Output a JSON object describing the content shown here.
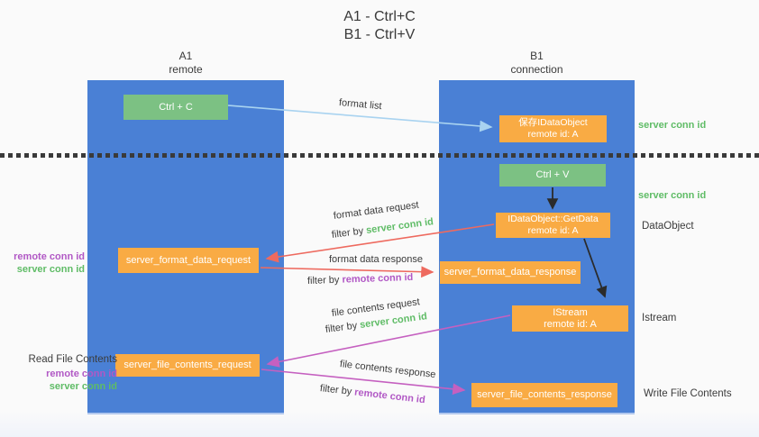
{
  "title": {
    "line1": "A1 - Ctrl+C",
    "line2": "B1 - Ctrl+V"
  },
  "lanes": {
    "left": {
      "name": "A1",
      "sub": "remote"
    },
    "right": {
      "name": "B1",
      "sub": "connection"
    }
  },
  "nodes": {
    "ctrl_c": "Ctrl + C",
    "save_idataobject": {
      "line1": "保存IDataObject",
      "line2": "remote id: A"
    },
    "ctrl_v": "Ctrl + V",
    "getdata": {
      "line1": "IDataObject::GetData",
      "line2": "remote id: A"
    },
    "format_request": "server_format_data_request",
    "format_response": "server_format_data_response",
    "istream": {
      "line1": "IStream",
      "line2": "remote id: A"
    },
    "file_request": "server_file_contents_request",
    "file_response": "server_file_contents_response"
  },
  "edge_labels": {
    "format_list": "format list",
    "format_data_request": "format data request",
    "format_data_response": "format data response",
    "file_contents_request": "file contents request",
    "file_contents_response": "file contents response",
    "filter_by": "filter by ",
    "server_conn_id": "server conn id",
    "remote_conn_id": "remote conn id"
  },
  "side_labels": {
    "server_conn_id_top": "server conn id",
    "server_conn_id_mid": "server conn id",
    "dataobject": "DataObject",
    "istream": "Istream",
    "write_file_contents": "Write File Contents",
    "read_file_contents": "Read File Contents",
    "remote_conn_id_left_top": "remote conn id",
    "server_conn_id_left_top": "server conn id",
    "remote_conn_id_left_bottom": "remote conn id",
    "server_conn_id_left_bottom": "server conn id"
  },
  "colors": {
    "lane_blue": "#4a80d5",
    "node_green": "#7cc183",
    "node_orange": "#f9ab44",
    "arrow_red": "#ee6a5f",
    "arrow_magenta": "#c560c0",
    "arrow_light_blue": "#a9d3f0",
    "arrow_black": "#2b2b2b",
    "text_green": "#5fbc66",
    "text_purple": "#b158c5"
  }
}
